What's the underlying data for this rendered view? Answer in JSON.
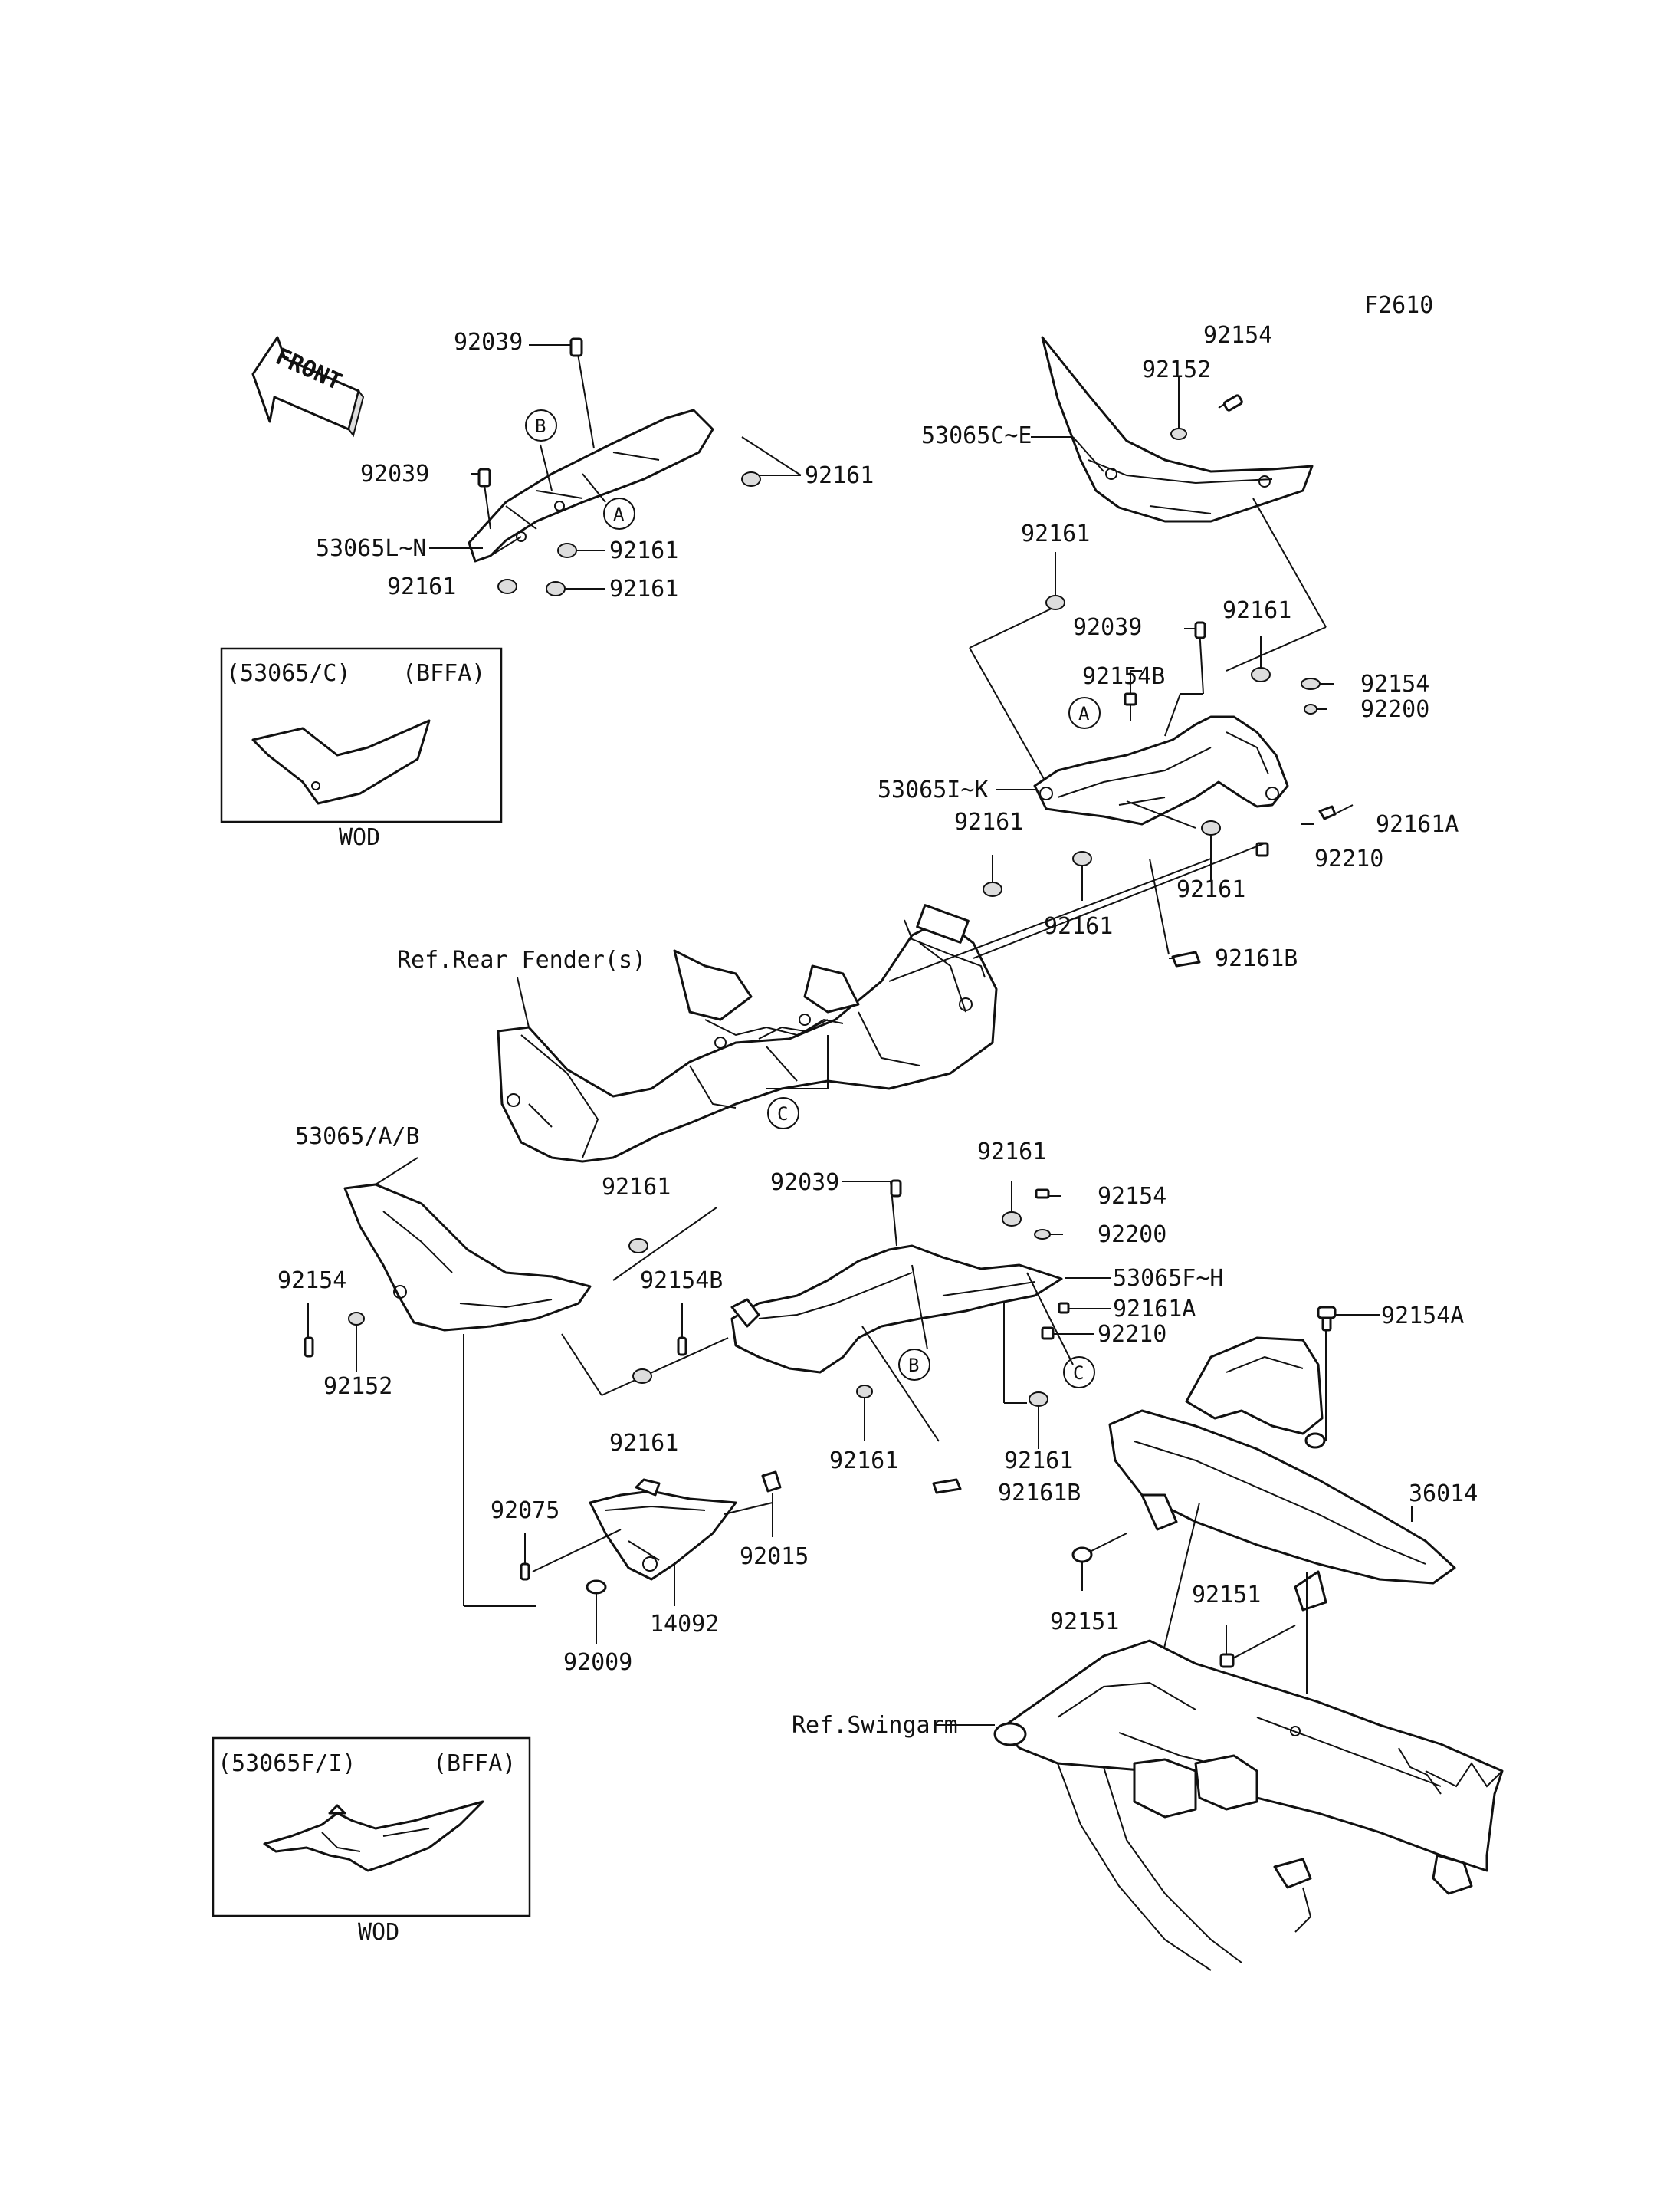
{
  "figure_code": "F2610",
  "front_arrow": "FRONT",
  "callouts": {
    "a": "A",
    "b": "B",
    "c": "C"
  },
  "parts": {
    "p92039": "92039",
    "p92161": "92161",
    "p92154": "92154",
    "p92152": "92152",
    "p53065CE": "53065C~E",
    "p53065LN": "53065L~N",
    "p92154B": "92154B",
    "p92200": "92200",
    "p53065IK": "53065I~K",
    "p92161A": "92161A",
    "p92210": "92210",
    "p92161B": "92161B",
    "p53065AB": "53065/A/B",
    "p53065FH": "53065F~H",
    "p92154A": "92154A",
    "p92075": "92075",
    "p92015": "92015",
    "p14092": "14092",
    "p92009": "92009",
    "p36014": "36014",
    "p92151": "92151"
  },
  "references": {
    "rear_fender": "Ref.Rear Fender(s)",
    "swingarm": "Ref.Swingarm"
  },
  "insets": {
    "top": {
      "code": "(53065/C)",
      "color": "(BFFA)",
      "caption": "WOD"
    },
    "bottom": {
      "code": "(53065F/I)",
      "color": "(BFFA)",
      "caption": "WOD"
    }
  }
}
